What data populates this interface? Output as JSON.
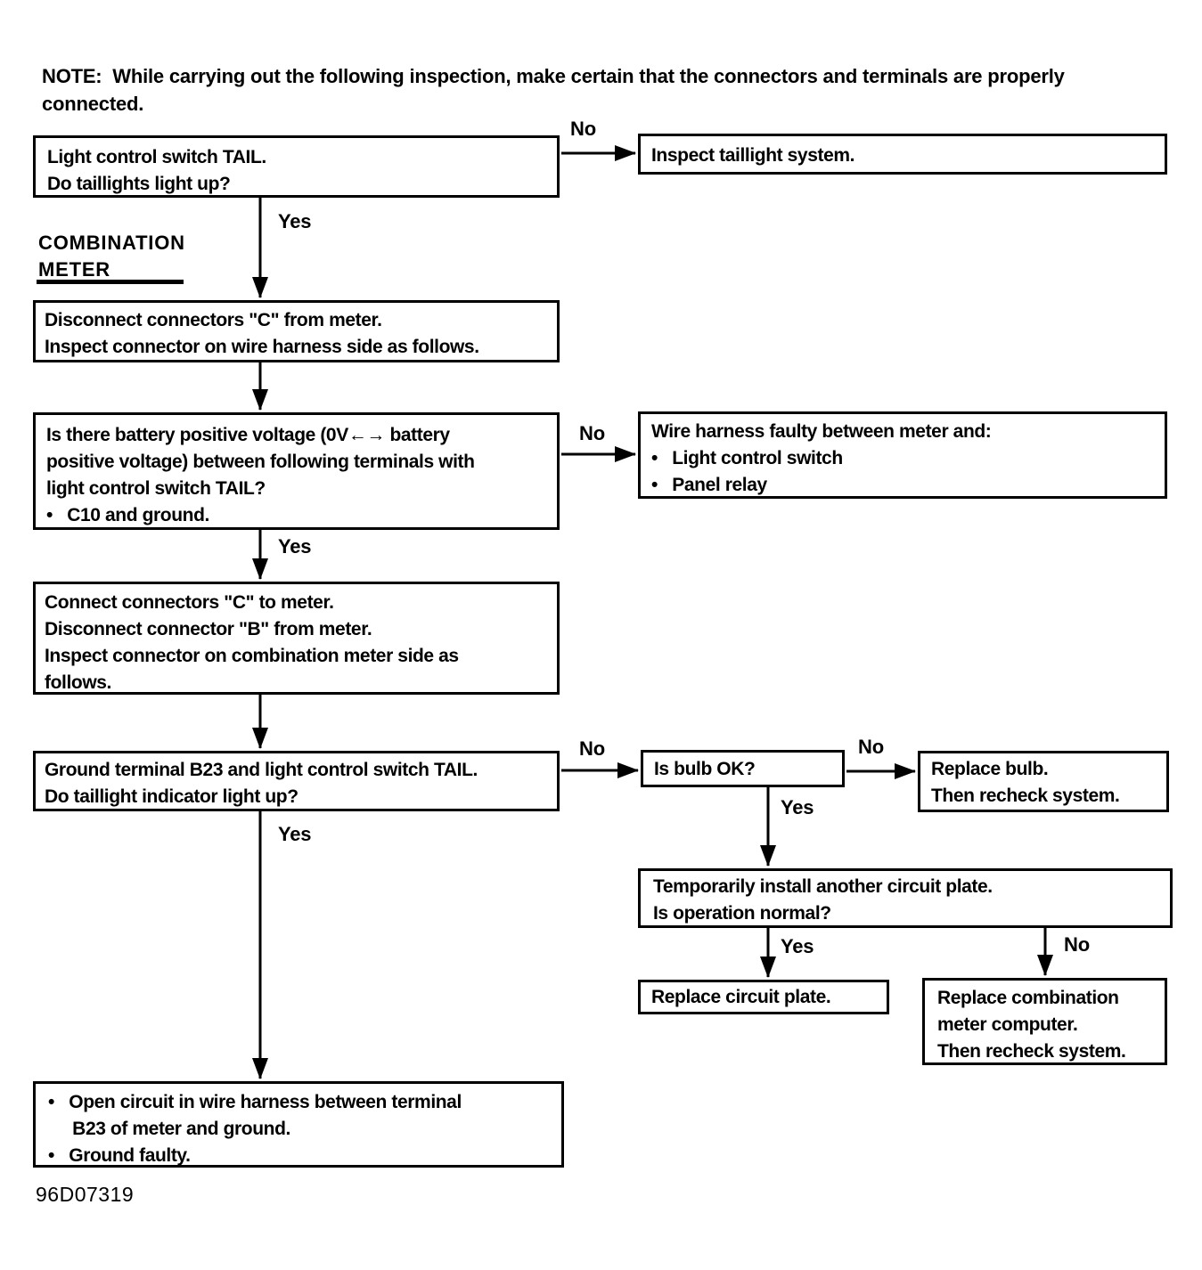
{
  "note": {
    "lines": [
      "NOTE:  While carrying out the following inspection, make certain that the connectors and terminals are properly",
      "connected."
    ]
  },
  "section_label": {
    "lines": [
      "COMBINATION",
      "METER"
    ]
  },
  "labels": {
    "yes": "Yes",
    "no": "No"
  },
  "figure_id": "96D07319",
  "nodes": {
    "light_control_switch": {
      "lines": [
        "Light control switch TAIL.",
        "Do taillights light up?"
      ]
    },
    "inspect_taillight": {
      "lines": [
        "Inspect taillight system."
      ]
    },
    "disconnect_connectors": {
      "lines": [
        "Disconnect connectors \"C\" from meter.",
        "Inspect connector on wire harness side as follows."
      ]
    },
    "battery_voltage": {
      "lines": [
        "Is there battery positive voltage (0V←→ battery",
        "positive voltage) between following terminals with",
        "light control switch TAIL?",
        "•   C10 and ground."
      ]
    },
    "wire_harness_faulty": {
      "lines": [
        "Wire harness faulty between meter and:",
        "•   Light control switch",
        "•   Panel relay"
      ]
    },
    "connect_connectors": {
      "lines": [
        "Connect connectors \"C\" to meter.",
        "Disconnect connector \"B\" from meter.",
        "Inspect connector on combination meter side as",
        "follows."
      ]
    },
    "ground_terminal_b23": {
      "lines": [
        "Ground terminal B23 and light control switch TAIL.",
        "Do taillight indicator light up?"
      ]
    },
    "is_bulb_ok": {
      "lines": [
        "Is bulb OK?"
      ]
    },
    "replace_bulb": {
      "lines": [
        "Replace bulb.",
        "Then recheck system."
      ]
    },
    "install_circuit_plate": {
      "lines": [
        "Temporarily install another circuit plate.",
        "Is operation normal?"
      ]
    },
    "replace_circuit_plate": {
      "lines": [
        "Replace circuit plate."
      ]
    },
    "replace_meter_computer": {
      "lines": [
        "Replace combination",
        "meter computer.",
        "Then recheck system."
      ]
    },
    "open_circuit_or_ground": {
      "lines": [
        "•   Open circuit in wire harness between terminal",
        "     B23 of meter and ground.",
        "•   Ground faulty."
      ]
    }
  }
}
